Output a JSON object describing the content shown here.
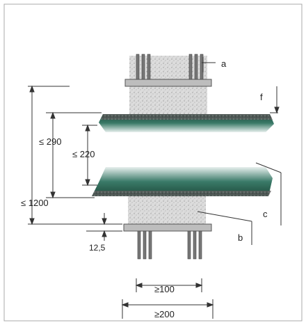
{
  "labels": {
    "a": "a",
    "b": "b",
    "c": "c",
    "f": "f"
  },
  "dimensions": {
    "d290": "≤ 290",
    "d220": "≤ 220",
    "d1200": "≤ 1200",
    "d125": "12,5",
    "d100": "≥100",
    "d200": "≥200"
  },
  "colors": {
    "slab": "#2f6b5a",
    "slab_dark": "#1e4a3c",
    "gravel": "#6e6e6e",
    "concrete": "#d8d8d8",
    "steel": "#888888",
    "line": "#333333"
  }
}
